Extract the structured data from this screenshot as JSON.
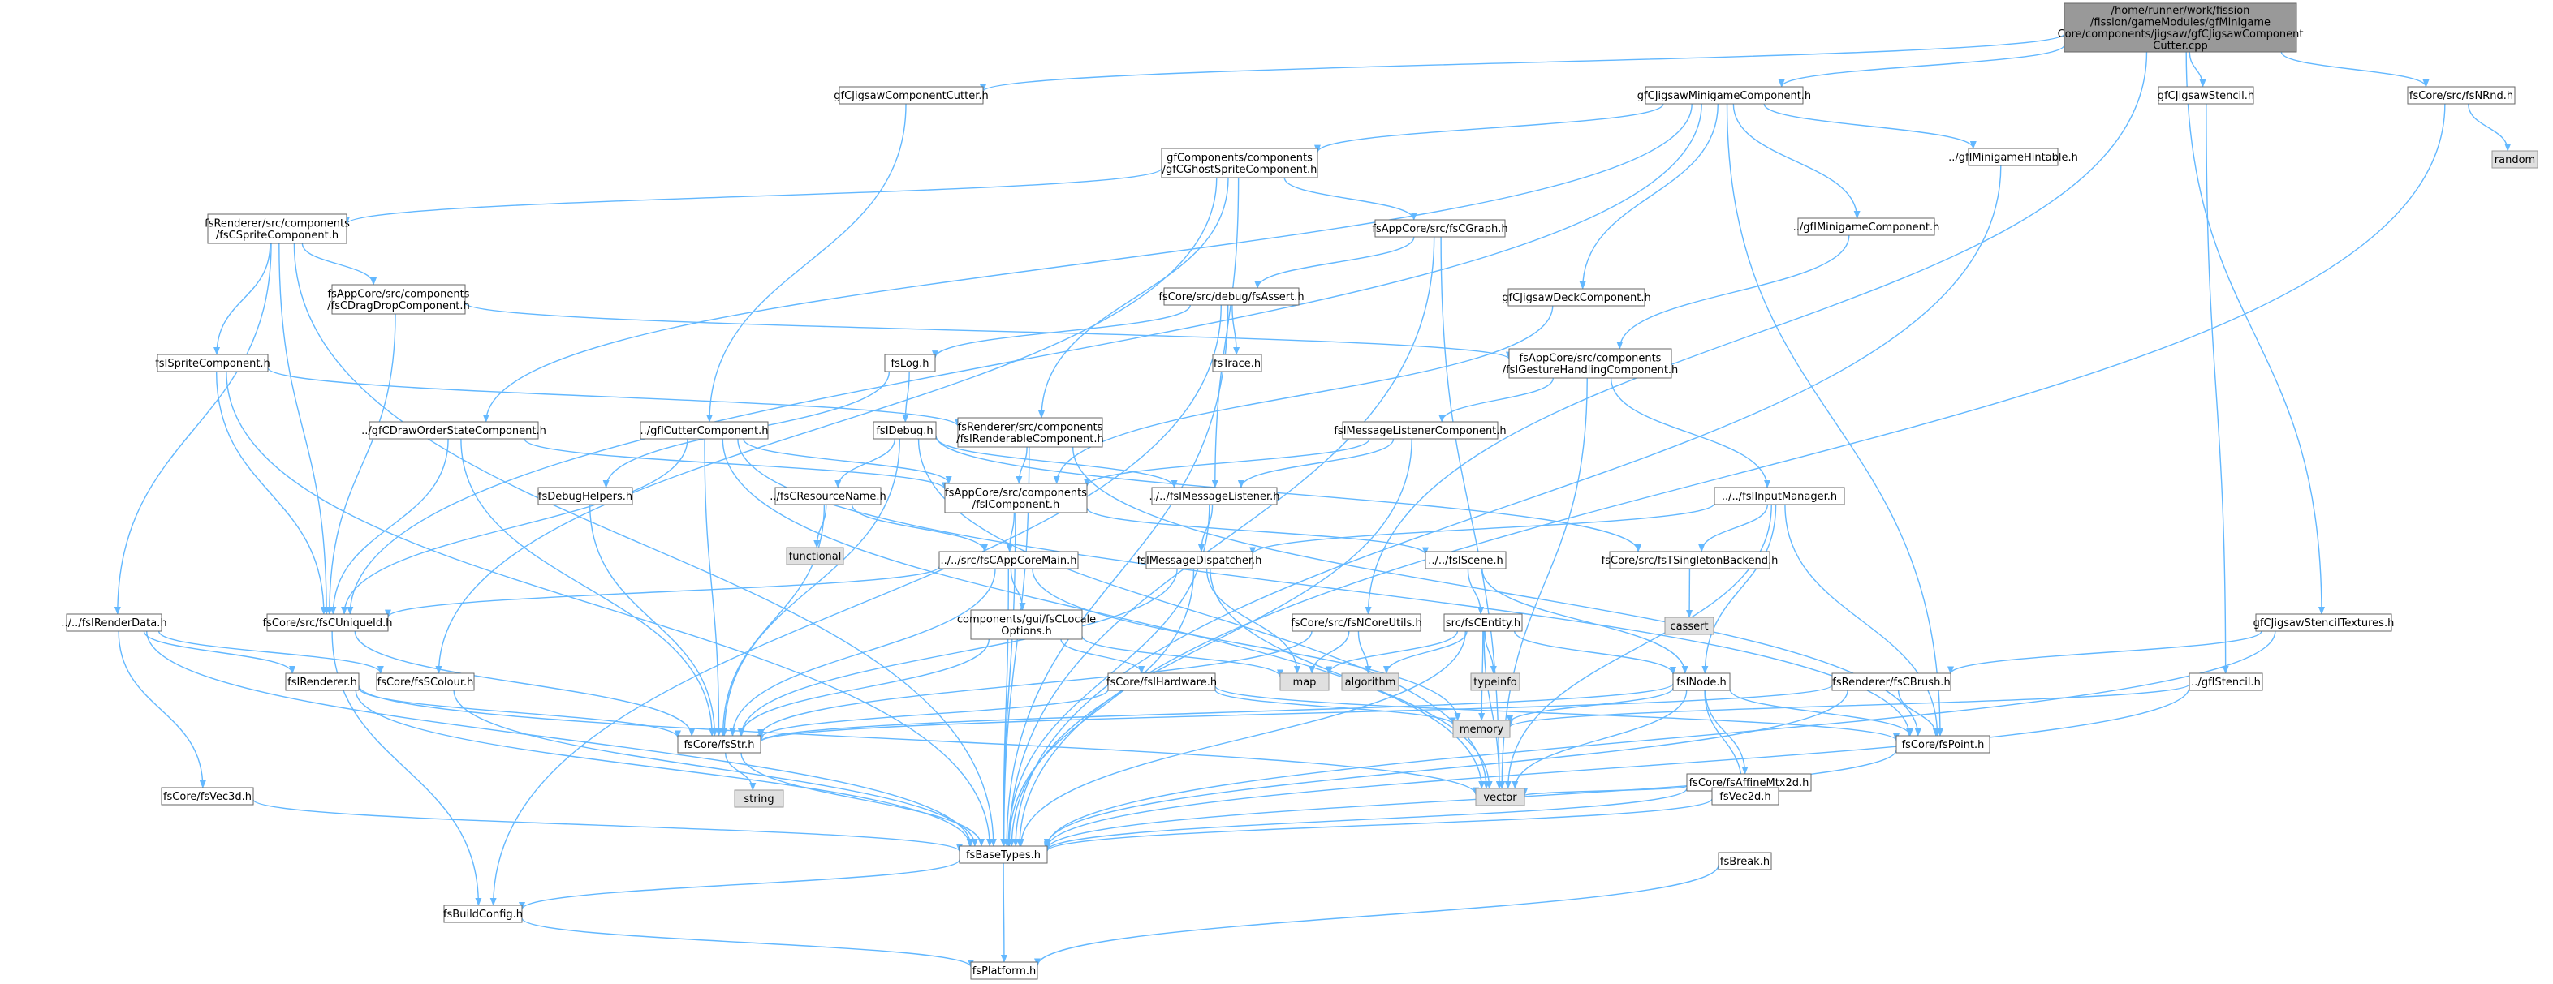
{
  "diagram": {
    "nodes": [
      {
        "id": "root",
        "label": "/home/runner/work/fission\n/fission/gameModules/gfMinigame\nCore/components/jigsaw/gfCJigsawComponent\nCutter.cpp",
        "kind": "root"
      },
      {
        "id": "cutterH",
        "label": "gfCJigsawComponentCutter.h"
      },
      {
        "id": "minigameComp",
        "label": "gfCJigsawMinigameComponent.h"
      },
      {
        "id": "stencil",
        "label": "gfCJigsawStencil.h"
      },
      {
        "id": "nrnd",
        "label": "fsCore/src/fsNRnd.h"
      },
      {
        "id": "random",
        "label": "random",
        "kind": "sys"
      },
      {
        "id": "ghostSprite",
        "label": "gfComponents/components\n/gfCGhostSpriteComponent.h"
      },
      {
        "id": "hintable",
        "label": "../gfIMinigameHintable.h"
      },
      {
        "id": "iMinigame",
        "label": "../gfIMinigameComponent.h"
      },
      {
        "id": "spriteComp",
        "label": "fsRenderer/src/components\n/fsCSpriteComponent.h"
      },
      {
        "id": "cgraph",
        "label": "fsAppCore/src/fsCGraph.h"
      },
      {
        "id": "dragDrop",
        "label": "fsAppCore/src/components\n/fsCDragDropComponent.h"
      },
      {
        "id": "assert",
        "label": "fsCore/src/debug/fsAssert.h"
      },
      {
        "id": "deck",
        "label": "gfCJigsawDeckComponent.h"
      },
      {
        "id": "iSprite",
        "label": "fsISpriteComponent.h"
      },
      {
        "id": "log",
        "label": "fsLog.h"
      },
      {
        "id": "trace",
        "label": "fsTrace.h"
      },
      {
        "id": "gesture",
        "label": "fsAppCore/src/components\n/fsIGestureHandlingComponent.h"
      },
      {
        "id": "drawOrder",
        "label": "../gfCDrawOrderStateComponent.h"
      },
      {
        "id": "gfCutter",
        "label": "../gfICutterComponent.h"
      },
      {
        "id": "idebug",
        "label": "fsIDebug.h"
      },
      {
        "id": "renderable",
        "label": "fsRenderer/src/components\n/fsIRenderableComponent.h"
      },
      {
        "id": "msgListenerComp",
        "label": "fsIMessageListenerComponent.h"
      },
      {
        "id": "debugHelpers",
        "label": "fsDebugHelpers.h"
      },
      {
        "id": "resName",
        "label": "../fsCResourceName.h"
      },
      {
        "id": "icomponent",
        "label": "fsAppCore/src/components\n/fsIComponent.h"
      },
      {
        "id": "iMsgListener",
        "label": "../../fsIMessageListener.h"
      },
      {
        "id": "inputMgr",
        "label": "../../fsIInputManager.h"
      },
      {
        "id": "functional",
        "label": "functional",
        "kind": "sys"
      },
      {
        "id": "appCoreMain",
        "label": "../../src/fsCAppCoreMain.h"
      },
      {
        "id": "msgDispatcher",
        "label": "fsIMessageDispatcher.h"
      },
      {
        "id": "iscene",
        "label": "../../fsIScene.h"
      },
      {
        "id": "singleton",
        "label": "fsCore/src/fsTSingletonBackend.h"
      },
      {
        "id": "cassert",
        "label": "cassert",
        "kind": "sys"
      },
      {
        "id": "renderData",
        "label": "../../fsIRenderData.h"
      },
      {
        "id": "uniqueId",
        "label": "fsCore/src/fsCUniqueId.h"
      },
      {
        "id": "locale",
        "label": "components/gui/fsCLocale\nOptions.h"
      },
      {
        "id": "ncoreUtils",
        "label": "fsCore/src/fsNCoreUtils.h"
      },
      {
        "id": "entity",
        "label": "src/fsCEntity.h"
      },
      {
        "id": "stencilTex",
        "label": "gfCJigsawStencilTextures.h"
      },
      {
        "id": "irenderer",
        "label": "fsIRenderer.h"
      },
      {
        "id": "colour",
        "label": "fsCore/fsSColour.h"
      },
      {
        "id": "hardware",
        "label": "fsCore/fsIHardware.h"
      },
      {
        "id": "map",
        "label": "map",
        "kind": "sys"
      },
      {
        "id": "algorithm",
        "label": "algorithm",
        "kind": "sys"
      },
      {
        "id": "typeinfo",
        "label": "typeinfo",
        "kind": "sys"
      },
      {
        "id": "inode",
        "label": "fsINode.h"
      },
      {
        "id": "cbrush",
        "label": "fsRenderer/fsCBrush.h"
      },
      {
        "id": "gfIStencil",
        "label": "../gfIStencil.h"
      },
      {
        "id": "memory",
        "label": "memory",
        "kind": "sys"
      },
      {
        "id": "str",
        "label": "fsCore/fsStr.h"
      },
      {
        "id": "point",
        "label": "fsCore/fsPoint.h"
      },
      {
        "id": "affine",
        "label": "fsCore/fsAffineMtx2d.h"
      },
      {
        "id": "string",
        "label": "string",
        "kind": "sys"
      },
      {
        "id": "vector",
        "label": "vector",
        "kind": "sys"
      },
      {
        "id": "vec3d",
        "label": "fsCore/fsVec3d.h"
      },
      {
        "id": "vec2d",
        "label": "fsVec2d.h"
      },
      {
        "id": "baseTypes",
        "label": "fsBaseTypes.h"
      },
      {
        "id": "break",
        "label": "fsBreak.h"
      },
      {
        "id": "buildConfig",
        "label": "fsBuildConfig.h"
      },
      {
        "id": "platform",
        "label": "fsPlatform.h"
      }
    ],
    "edges": [
      [
        "root",
        "cutterH"
      ],
      [
        "root",
        "minigameComp"
      ],
      [
        "root",
        "stencil"
      ],
      [
        "root",
        "nrnd"
      ],
      [
        "root",
        "ncoreUtils"
      ],
      [
        "root",
        "stencilTex"
      ],
      [
        "nrnd",
        "random"
      ],
      [
        "nrnd",
        "baseTypes"
      ],
      [
        "cutterH",
        "gfCutter"
      ],
      [
        "minigameComp",
        "ghostSprite"
      ],
      [
        "minigameComp",
        "hintable"
      ],
      [
        "minigameComp",
        "iMinigame"
      ],
      [
        "minigameComp",
        "deck"
      ],
      [
        "minigameComp",
        "drawOrder"
      ],
      [
        "minigameComp",
        "uniqueId"
      ],
      [
        "minigameComp",
        "point"
      ],
      [
        "stencil",
        "gfIStencil"
      ],
      [
        "ghostSprite",
        "spriteComp"
      ],
      [
        "ghostSprite",
        "cgraph"
      ],
      [
        "ghostSprite",
        "renderable"
      ],
      [
        "ghostSprite",
        "iMsgListener"
      ],
      [
        "ghostSprite",
        "colour"
      ],
      [
        "hintable",
        "baseTypes"
      ],
      [
        "iMinigame",
        "gesture"
      ],
      [
        "spriteComp",
        "dragDrop"
      ],
      [
        "spriteComp",
        "iSprite"
      ],
      [
        "spriteComp",
        "renderData"
      ],
      [
        "spriteComp",
        "uniqueId"
      ],
      [
        "spriteComp",
        "baseTypes"
      ],
      [
        "cgraph",
        "assert"
      ],
      [
        "cgraph",
        "vector"
      ],
      [
        "cgraph",
        "baseTypes"
      ],
      [
        "dragDrop",
        "gesture"
      ],
      [
        "dragDrop",
        "uniqueId"
      ],
      [
        "assert",
        "log"
      ],
      [
        "assert",
        "trace"
      ],
      [
        "assert",
        "buildConfig"
      ],
      [
        "assert",
        "baseTypes"
      ],
      [
        "deck",
        "icomponent"
      ],
      [
        "iSprite",
        "renderable"
      ],
      [
        "iSprite",
        "uniqueId"
      ],
      [
        "iSprite",
        "baseTypes"
      ],
      [
        "log",
        "idebug"
      ],
      [
        "log",
        "debugHelpers"
      ],
      [
        "gesture",
        "msgListenerComp"
      ],
      [
        "gesture",
        "inputMgr"
      ],
      [
        "gesture",
        "vector"
      ],
      [
        "drawOrder",
        "icomponent"
      ],
      [
        "drawOrder",
        "uniqueId"
      ],
      [
        "drawOrder",
        "str"
      ],
      [
        "gfCutter",
        "icomponent"
      ],
      [
        "gfCutter",
        "uniqueId"
      ],
      [
        "gfCutter",
        "str"
      ],
      [
        "gfCutter",
        "vector"
      ],
      [
        "gfCutter",
        "point"
      ],
      [
        "idebug",
        "resName"
      ],
      [
        "idebug",
        "iMsgListener"
      ],
      [
        "idebug",
        "str"
      ],
      [
        "idebug",
        "vector"
      ],
      [
        "idebug",
        "singleton"
      ],
      [
        "renderable",
        "icomponent"
      ],
      [
        "renderable",
        "point"
      ],
      [
        "renderable",
        "baseTypes"
      ],
      [
        "msgListenerComp",
        "icomponent"
      ],
      [
        "msgListenerComp",
        "iMsgListener"
      ],
      [
        "msgListenerComp",
        "baseTypes"
      ],
      [
        "debugHelpers",
        "str"
      ],
      [
        "resName",
        "functional"
      ],
      [
        "resName",
        "appCoreMain"
      ],
      [
        "resName",
        "str"
      ],
      [
        "icomponent",
        "iscene"
      ],
      [
        "icomponent",
        "appCoreMain"
      ],
      [
        "icomponent",
        "baseTypes"
      ],
      [
        "iMsgListener",
        "msgDispatcher"
      ],
      [
        "iMsgListener",
        "baseTypes"
      ],
      [
        "inputMgr",
        "msgDispatcher"
      ],
      [
        "inputMgr",
        "singleton"
      ],
      [
        "inputMgr",
        "inode"
      ],
      [
        "inputMgr",
        "point"
      ],
      [
        "inputMgr",
        "vector"
      ],
      [
        "appCoreMain",
        "uniqueId"
      ],
      [
        "appCoreMain",
        "locale"
      ],
      [
        "appCoreMain",
        "str"
      ],
      [
        "appCoreMain",
        "memory"
      ],
      [
        "appCoreMain",
        "baseTypes"
      ],
      [
        "msgDispatcher",
        "map"
      ],
      [
        "msgDispatcher",
        "str"
      ],
      [
        "msgDispatcher",
        "vector"
      ],
      [
        "msgDispatcher",
        "baseTypes"
      ],
      [
        "iscene",
        "entity"
      ],
      [
        "iscene",
        "inode"
      ],
      [
        "singleton",
        "cassert"
      ],
      [
        "renderData",
        "irenderer"
      ],
      [
        "renderData",
        "colour"
      ],
      [
        "renderData",
        "vec3d"
      ],
      [
        "renderData",
        "baseTypes"
      ],
      [
        "uniqueId",
        "str"
      ],
      [
        "uniqueId",
        "buildConfig"
      ],
      [
        "locale",
        "hardware"
      ],
      [
        "locale",
        "map"
      ],
      [
        "locale",
        "str"
      ],
      [
        "ncoreUtils",
        "map"
      ],
      [
        "ncoreUtils",
        "algorithm"
      ],
      [
        "ncoreUtils",
        "str"
      ],
      [
        "entity",
        "map"
      ],
      [
        "entity",
        "algorithm"
      ],
      [
        "entity",
        "typeinfo"
      ],
      [
        "entity",
        "memory"
      ],
      [
        "entity",
        "vector"
      ],
      [
        "entity",
        "inode"
      ],
      [
        "entity",
        "baseTypes"
      ],
      [
        "stencilTex",
        "cbrush"
      ],
      [
        "stencilTex",
        "baseTypes"
      ],
      [
        "irenderer",
        "str"
      ],
      [
        "irenderer",
        "vector"
      ],
      [
        "irenderer",
        "baseTypes"
      ],
      [
        "colour",
        "baseTypes"
      ],
      [
        "hardware",
        "memory"
      ],
      [
        "hardware",
        "point"
      ],
      [
        "hardware",
        "str"
      ],
      [
        "inode",
        "str"
      ],
      [
        "inode",
        "point"
      ],
      [
        "inode",
        "affine"
      ],
      [
        "inode",
        "vec2d"
      ],
      [
        "inode",
        "vector"
      ],
      [
        "inode",
        "memory"
      ],
      [
        "cbrush",
        "point"
      ],
      [
        "cbrush",
        "str"
      ],
      [
        "cbrush",
        "baseTypes"
      ],
      [
        "gfIStencil",
        "memory"
      ],
      [
        "gfIStencil",
        "baseTypes"
      ],
      [
        "str",
        "string"
      ],
      [
        "str",
        "baseTypes"
      ],
      [
        "point",
        "baseTypes"
      ],
      [
        "affine",
        "vec2d"
      ],
      [
        "affine",
        "vector"
      ],
      [
        "affine",
        "baseTypes"
      ],
      [
        "vec3d",
        "baseTypes"
      ],
      [
        "vec2d",
        "baseTypes"
      ],
      [
        "baseTypes",
        "buildConfig"
      ],
      [
        "baseTypes",
        "platform"
      ],
      [
        "break",
        "platform"
      ],
      [
        "buildConfig",
        "platform"
      ]
    ]
  }
}
